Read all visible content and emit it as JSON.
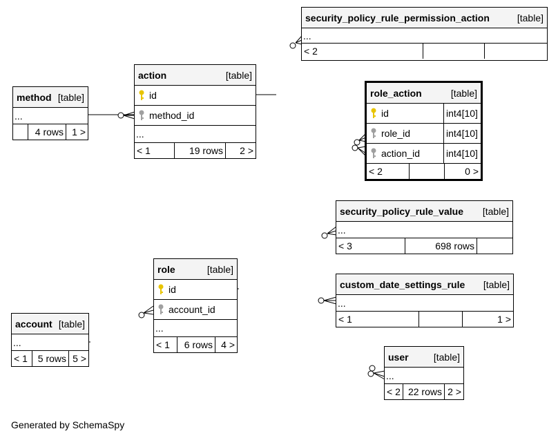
{
  "tables": {
    "spr_perm_action": {
      "name": "security_policy_rule_permission_action",
      "kind": "[table]",
      "more": "...",
      "foot": [
        "< 2",
        "",
        ""
      ]
    },
    "role_action": {
      "name": "role_action",
      "kind": "[table]",
      "cols": [
        {
          "name": "id",
          "type": "int4[10]",
          "key": "primary"
        },
        {
          "name": "role_id",
          "type": "int4[10]",
          "key": "foreign"
        },
        {
          "name": "action_id",
          "type": "int4[10]",
          "key": "foreign"
        }
      ],
      "foot": [
        "< 2",
        "",
        "0 >"
      ]
    },
    "action": {
      "name": "action",
      "kind": "[table]",
      "cols": [
        {
          "name": "id",
          "key": "primary"
        },
        {
          "name": "method_id",
          "key": "foreign"
        }
      ],
      "more": "...",
      "foot": [
        "< 1",
        "19 rows",
        "2 >"
      ]
    },
    "method": {
      "name": "method",
      "kind": "[table]",
      "more": "...",
      "foot": [
        "",
        "4 rows",
        "1 >"
      ]
    },
    "spr_value": {
      "name": "security_policy_rule_value",
      "kind": "[table]",
      "more": "...",
      "foot": [
        "< 3",
        "698 rows",
        ""
      ]
    },
    "custom_date": {
      "name": "custom_date_settings_rule",
      "kind": "[table]",
      "more": "...",
      "foot": [
        "< 1",
        "",
        "1 >"
      ]
    },
    "role": {
      "name": "role",
      "kind": "[table]",
      "cols": [
        {
          "name": "id",
          "key": "primary"
        },
        {
          "name": "account_id",
          "key": "foreign"
        }
      ],
      "more": "...",
      "foot": [
        "< 1",
        "6 rows",
        "4 >"
      ]
    },
    "account": {
      "name": "account",
      "kind": "[table]",
      "more": "...",
      "foot": [
        "< 1",
        "5 rows",
        "5 >"
      ]
    },
    "user": {
      "name": "user",
      "kind": "[table]",
      "more": "...",
      "foot": [
        "< 2",
        "22 rows",
        "2 >"
      ]
    }
  },
  "footer": "Generated by SchemaSpy",
  "colors": {
    "primary_key": "#e8c400",
    "foreign_key": "#a0a0a0",
    "header_bg": "#f4f4f4"
  }
}
